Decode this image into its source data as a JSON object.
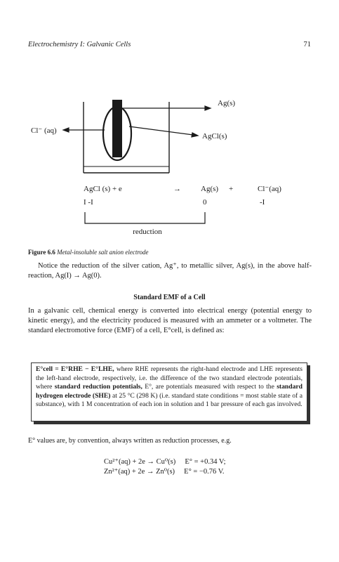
{
  "header": {
    "running_title": "Electrochemistry I: Galvanic Cells",
    "page_number": "71"
  },
  "figure": {
    "labels": {
      "ag_s": "Ag(s)",
      "cl_aq": "Cl⁻ (aq)",
      "agcl_s": "AgCl(s)"
    },
    "reaction": {
      "reactant": "AgCl (s) + e",
      "arrow": "→",
      "product1": "Ag(s)",
      "plus": "+",
      "product2": "Cl⁻(aq)"
    },
    "oxidation_states": {
      "reactant": "I -I",
      "product1": "0",
      "product2": "-I"
    },
    "bracket_label": "reduction",
    "caption_num": "Figure 6.6",
    "caption_text": "Metal-insoluble salt anion electrode"
  },
  "paragraph1": "Notice the reduction of the silver cation, Ag⁺, to metallic silver, Ag(s), in the above half-reaction, Ag(I) → Ag(0).",
  "section_heading": "Standard EMF of a Cell",
  "paragraph2": "In a galvanic cell, chemical energy is converted into electrical energy (potential energy to kinetic energy), and the electricity produced is measured with an ammeter or a voltmeter. The standard electromotive force (EMF) of a cell, E°cell, is defined as:",
  "definition_box": {
    "formula": "E°cell = E°RHE − E°LHE,",
    "text1": " where RHE represents the right-hand electrode and LHE represents the left-hand electrode, respectively, i.e. the difference of the two standard electrode potentials, where ",
    "bold1": "standard reduction potentials,",
    "text2": " E°, are potentials measured with respect to the ",
    "bold2": "standard hydrogen electrode (SHE)",
    "text3": " at 25 °C (298 K) (i.e. standard state conditions = most stable state of a substance), with 1 M concentration of each ion in solution and 1 bar pressure of each gas involved."
  },
  "paragraph3": "E° values are, by convention, always written as reduction processes, e.g.",
  "equations": [
    {
      "reaction": "Cu²⁺(aq) + 2e → Cu⁰(s)",
      "potential": "E° = +0.34 V;"
    },
    {
      "reaction": "Zn²⁺(aq) + 2e → Zn⁰(s)",
      "potential": "E° = −0.76 V."
    }
  ]
}
